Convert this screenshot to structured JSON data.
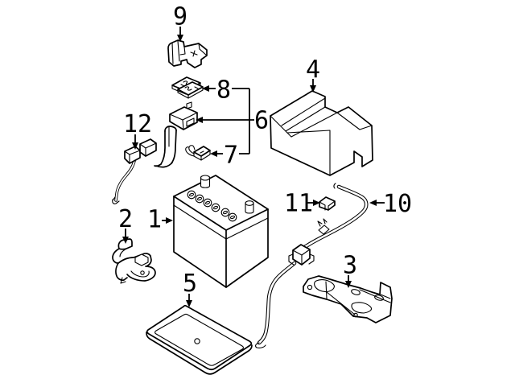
{
  "diagram": {
    "type": "exploded-parts-diagram",
    "colors": {
      "background": "#ffffff",
      "line": "#000000"
    },
    "callouts": [
      {
        "label": "9",
        "part": "fuse-holder-cover"
      },
      {
        "label": "8",
        "part": "fusible-link"
      },
      {
        "label": "6",
        "part": "fuse-holder-bracket"
      },
      {
        "label": "7",
        "part": "bracket-clamp"
      },
      {
        "label": "12",
        "part": "fusible-link-connector"
      },
      {
        "label": "4",
        "part": "battery-cover"
      },
      {
        "label": "2",
        "part": "battery-terminal"
      },
      {
        "label": "1",
        "part": "battery"
      },
      {
        "label": "5",
        "part": "battery-tray"
      },
      {
        "label": "11",
        "part": "cable-clip"
      },
      {
        "label": "10",
        "part": "battery-cable"
      },
      {
        "label": "3",
        "part": "battery-support-bracket"
      }
    ]
  }
}
